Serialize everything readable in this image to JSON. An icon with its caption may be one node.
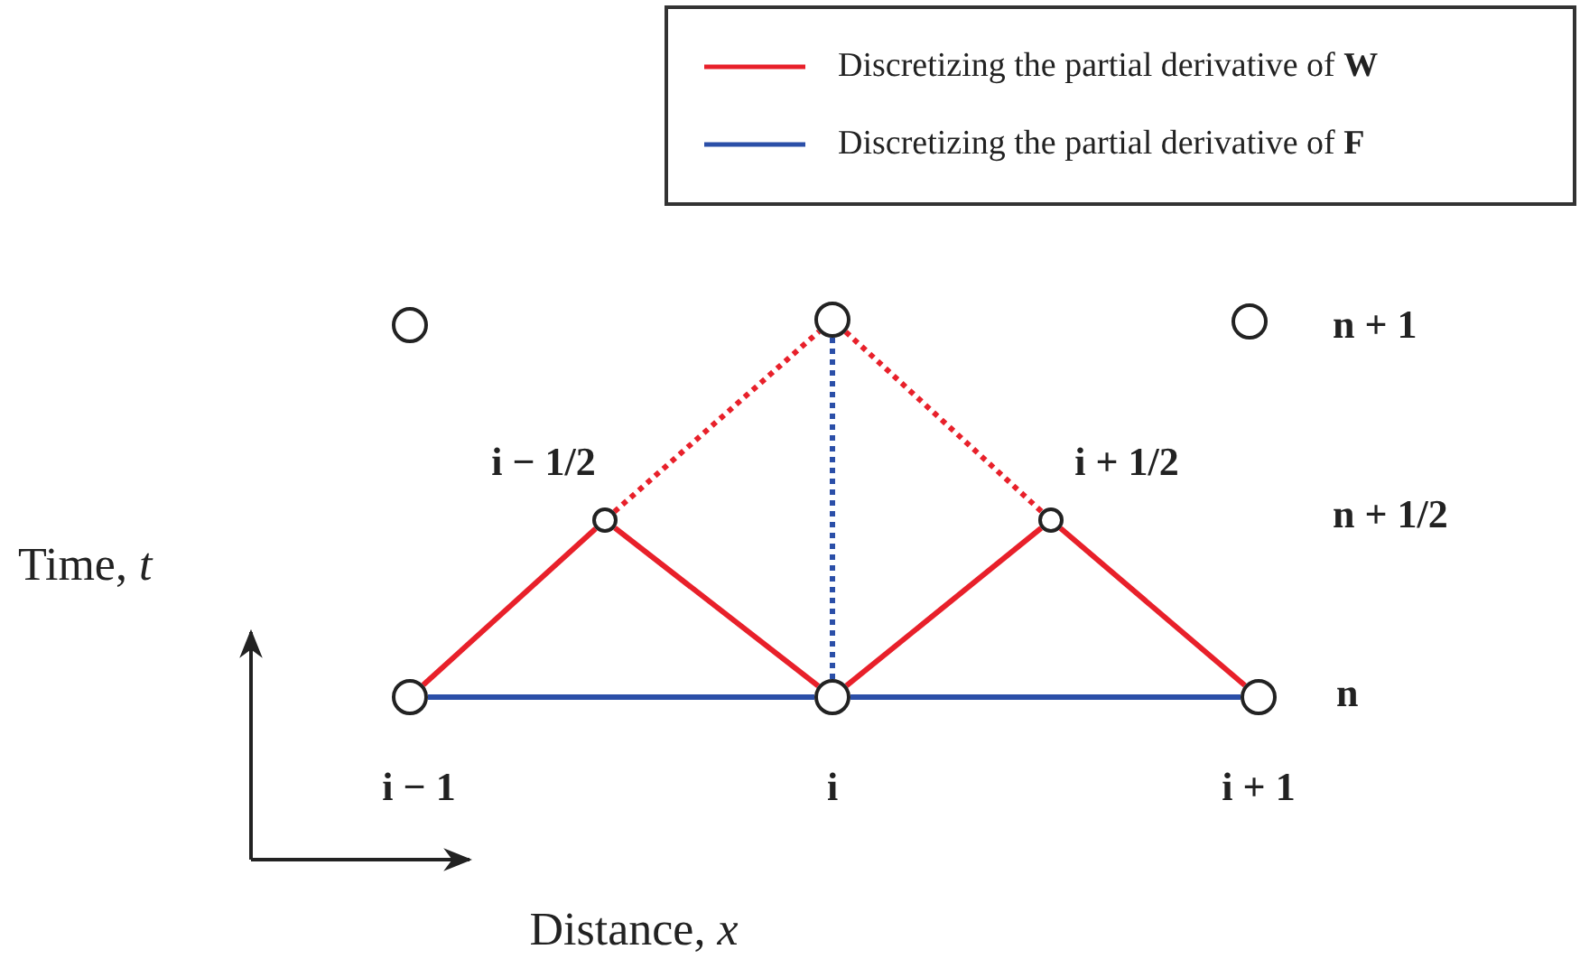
{
  "diagram": {
    "nodes": [
      {
        "text": [],
        "shape": "circle"
      },
      {
        "text": [],
        "shape": "circle"
      },
      {
        "text": [],
        "shape": "circle"
      },
      {
        "text": [],
        "shape": "circle"
      },
      {
        "text": [],
        "shape": "circle"
      },
      {
        "text": [],
        "shape": "circle"
      },
      {
        "text": [],
        "shape": "circle"
      },
      {
        "text": [],
        "shape": "circle"
      }
    ],
    "edges": [
      {
        "from": 5,
        "to": 3,
        "arrow": "none"
      },
      {
        "from": 3,
        "to": 6,
        "arrow": "none"
      },
      {
        "from": 6,
        "to": 4,
        "arrow": "none"
      },
      {
        "from": 4,
        "to": 7,
        "arrow": "none"
      },
      {
        "from": 3,
        "to": 1,
        "arrow": "none",
        "style": "dashed"
      },
      {
        "from": 1,
        "to": 4,
        "arrow": "none",
        "style": "dashed"
      },
      {
        "from": 1,
        "to": 6,
        "arrow": "none",
        "style": "dashed",
        "color": "#2b4fa8"
      },
      {
        "from": 5,
        "to": 6,
        "arrow": "none",
        "color": "#2b4fa8"
      },
      {
        "from": 6,
        "to": 7,
        "arrow": "none",
        "color": "#2b4fa8"
      }
    ],
    "labels": [
      "n + 1",
      "i − 1/2",
      "i + 1/2",
      "n + 1/2",
      "Time, *t*",
      "n",
      "i − 1",
      "i",
      "i + 1",
      "Distance, *x*"
    ],
    "legend": [
      {
        "text": "Discretizing the partial derivative of **W**",
        "color": "#e8202a"
      },
      {
        "text": "Discretizing the partial derivative of **F**",
        "color": "#2b4fa8"
      }
    ]
  }
}
